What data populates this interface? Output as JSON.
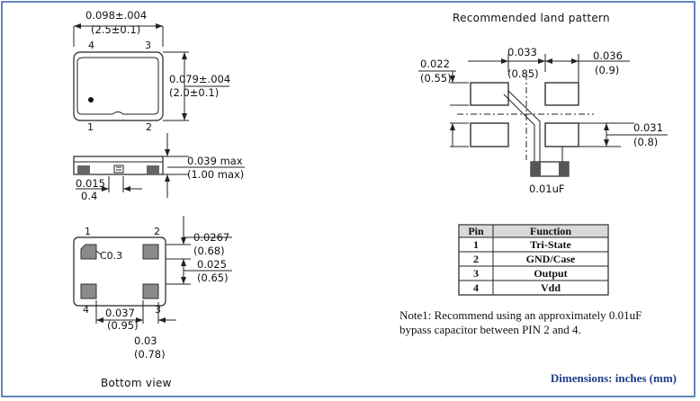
{
  "top_view": {
    "width_in": "0.098±.004",
    "width_mm": "(2.5±0.1)",
    "height_in": "0.079±.004",
    "height_mm": "(2.0±0.1)",
    "pin_top_left": "4",
    "pin_top_right": "3",
    "pin_bottom_left": "1",
    "pin_bottom_right": "2"
  },
  "side_view": {
    "height_in": "0.039 max",
    "height_mm": "(1.00 max)",
    "pad_in": "0.015",
    "pad_mm": "0.4"
  },
  "bottom_view": {
    "pin_1": "1",
    "pin_2": "2",
    "pin_3": "3",
    "pin_4": "4",
    "chamfer": "C0.3",
    "pitch_v_in": "0.0267",
    "pitch_v_mm": "(0.68)",
    "pad_h_in": "0.025",
    "pad_h_mm": "(0.65)",
    "pitch_h_in": "0.037",
    "pitch_h_mm": "(0.95)",
    "pad_w_in": "0.03",
    "pad_w_mm": "(0.78)",
    "caption": "Bottom view"
  },
  "land_pattern": {
    "title": "Recommended land pattern",
    "pad_w_in": "0.022",
    "pad_w_mm": "(0.55)",
    "gap_in": "0.033",
    "gap_mm": "(0.85)",
    "pad_len_in": "0.036",
    "pad_len_mm": "(0.9)",
    "pad_h_in": "0.031",
    "pad_h_mm": "(0.8)",
    "cap_label": "0.01uF"
  },
  "pin_table": {
    "headers": [
      "Pin",
      "Function"
    ],
    "rows": [
      [
        "1",
        "Tri-State"
      ],
      [
        "2",
        "GND/Case"
      ],
      [
        "3",
        "Output"
      ],
      [
        "4",
        "Vdd"
      ]
    ]
  },
  "note": {
    "line1": "Note1: Recommend using an approximately 0.01uF",
    "line2": "bypass capacitor between PIN 2 and 4."
  },
  "footer": {
    "dimensions_label": "Dimensions: inches (mm)"
  }
}
